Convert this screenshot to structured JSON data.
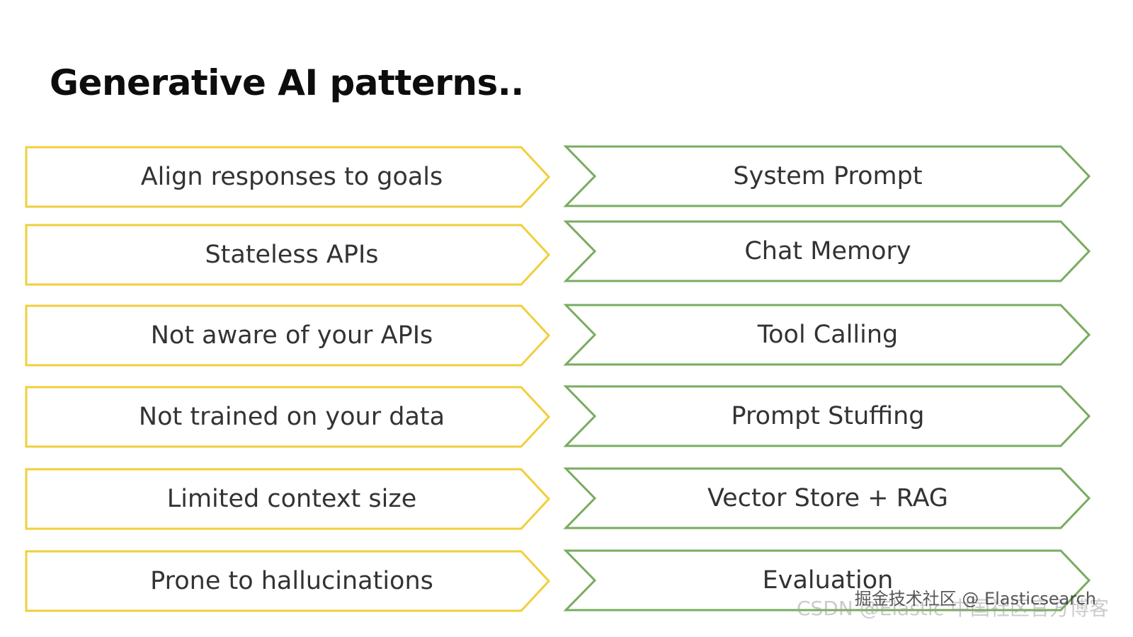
{
  "title": "Generative AI patterns..",
  "colors": {
    "challenge_stroke": "#f0cf3c",
    "pattern_stroke": "#78ac5f",
    "text": "#333333",
    "title": "#0d0d0d",
    "background": "#ffffff"
  },
  "challenges": [
    "Align responses to goals",
    "Stateless APIs",
    "Not aware of your APIs",
    "Not trained on your data",
    "Limited context size",
    "Prone to hallucinations"
  ],
  "patterns": [
    "System Prompt",
    "Chat Memory",
    "Tool Calling",
    "Prompt Stuffing",
    "Vector Store + RAG",
    "Evaluation"
  ],
  "watermarks": {
    "juejin": "掘金技术社区 @ Elasticsearch",
    "csdn": "CSDN @Elastic 中国社区官方博客"
  }
}
